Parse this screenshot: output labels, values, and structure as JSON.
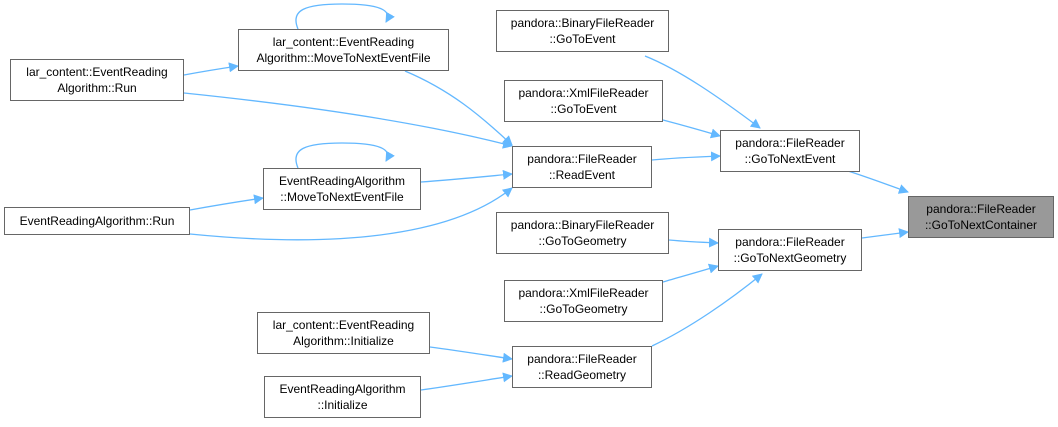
{
  "edge_color": "#63b8ff",
  "node_border_color": "#666666",
  "focus_fill_color": "#999999",
  "nodes": {
    "gtnc": {
      "line1": "pandora::FileReader",
      "line2": "::GoToNextContainer"
    },
    "gtne": {
      "line1": "pandora::FileReader",
      "line2": "::GoToNextEvent"
    },
    "gtng": {
      "line1": "pandora::FileReader",
      "line2": "::GoToNextGeometry"
    },
    "bfr_event": {
      "line1": "pandora::BinaryFileReader",
      "line2": "::GoToEvent"
    },
    "xfr_event": {
      "line1": "pandora::XmlFileReader",
      "line2": "::GoToEvent"
    },
    "read_event": {
      "line1": "pandora::FileReader",
      "line2": "::ReadEvent"
    },
    "bfr_geom": {
      "line1": "pandora::BinaryFileReader",
      "line2": "::GoToGeometry"
    },
    "xfr_geom": {
      "line1": "pandora::XmlFileReader",
      "line2": "::GoToGeometry"
    },
    "read_geom": {
      "line1": "pandora::FileReader",
      "line2": "::ReadGeometry"
    },
    "lar_mtnef": {
      "line1": "lar_content::EventReading",
      "line2": "Algorithm::MoveToNextEventFile"
    },
    "lar_run": {
      "line1": "lar_content::EventReading",
      "line2": "Algorithm::Run"
    },
    "era_mtnef": {
      "line1": "EventReadingAlgorithm",
      "line2": "::MoveToNextEventFile"
    },
    "era_run": {
      "line1": "EventReadingAlgorithm::Run",
      "line2": ""
    },
    "lar_init": {
      "line1": "lar_content::EventReading",
      "line2": "Algorithm::Initialize"
    },
    "era_init": {
      "line1": "EventReadingAlgorithm",
      "line2": "::Initialize"
    }
  }
}
